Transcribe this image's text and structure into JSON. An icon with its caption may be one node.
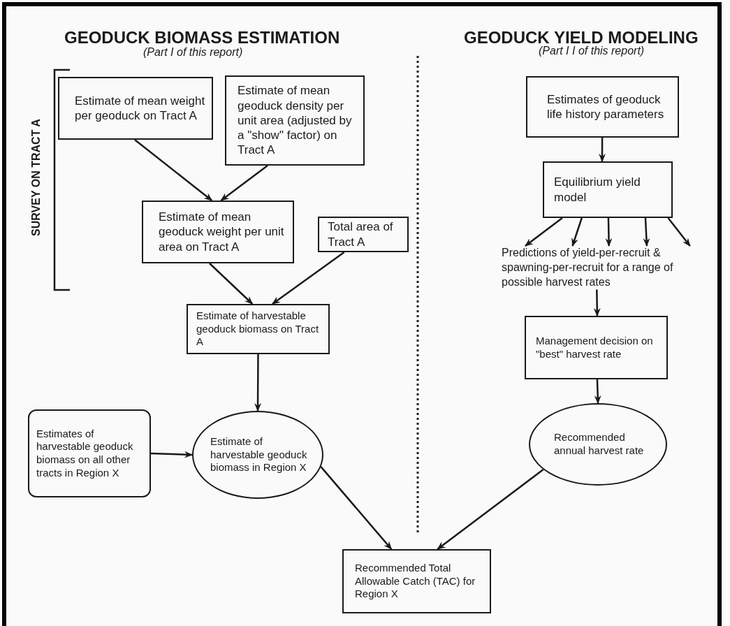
{
  "diagram": {
    "nodes": [
      {
        "text": [
          "Estimate of mean weight per geoduck on Tract A"
        ]
      },
      {
        "text": [
          "Estimate of mean geoduck density per unit area (adjusted by a \"show\" factor) on Tract A"
        ]
      },
      {
        "text": [
          "Estimate of mean geoduck weight per unit area on Tract A"
        ]
      },
      {
        "text": [
          "Total area of Tract A"
        ]
      },
      {
        "text": [
          "Estimate of harvestable geoduck biomass on Tract A"
        ]
      },
      {
        "text": [
          "Estimates of harvestable geoduck biomass on all other tracts in Region X"
        ]
      },
      {
        "text": [
          "Estimate of harvestable geoduck biomass in Region X"
        ]
      },
      {
        "text": [
          "Recommended Total Allowable Catch (TAC) for Region X"
        ]
      },
      {
        "text": [
          "Estimates of geoduck life history parameters"
        ]
      },
      {
        "text": [
          "Equilibrium yield model"
        ]
      },
      {
        "text": [
          "Predictions of yield-per-recruit & spawning-per-recruit for a range of possible harvest rates"
        ]
      },
      {
        "text": [
          "Management decision on \"best\" harvest rate"
        ]
      },
      {
        "text": [
          "Recommended annual harvest rate"
        ]
      }
    ],
    "edges": [
      {
        "from": 0,
        "to": 2,
        "arrow": "to"
      },
      {
        "from": 1,
        "to": 2,
        "arrow": "to"
      },
      {
        "from": 2,
        "to": 4,
        "arrow": "to"
      },
      {
        "from": 3,
        "to": 4,
        "arrow": "to"
      },
      {
        "from": 4,
        "to": 6,
        "arrow": "to"
      },
      {
        "from": 5,
        "to": 6,
        "arrow": "to"
      },
      {
        "from": 6,
        "to": 7,
        "arrow": "to"
      },
      {
        "from": 12,
        "to": 7,
        "arrow": "to"
      },
      {
        "from": 8,
        "to": 9,
        "arrow": "to"
      },
      {
        "from": 9,
        "to": 10,
        "arrow": "to"
      },
      {
        "from": 9,
        "to": 10,
        "arrow": "to"
      },
      {
        "from": 9,
        "to": 10,
        "arrow": "to"
      },
      {
        "from": 9,
        "to": 10,
        "arrow": "to"
      },
      {
        "from": 9,
        "to": 10,
        "arrow": "to"
      },
      {
        "from": 10,
        "to": 11,
        "arrow": "to"
      },
      {
        "from": 11,
        "to": 12,
        "arrow": "to"
      }
    ],
    "labels": [
      "GEODUCK BIOMASS ESTIMATION",
      "GEODUCK YIELD MODELING",
      "(Part I of this report)",
      "(Part I I of this report)",
      "SURVEY ON TRACT A"
    ]
  }
}
